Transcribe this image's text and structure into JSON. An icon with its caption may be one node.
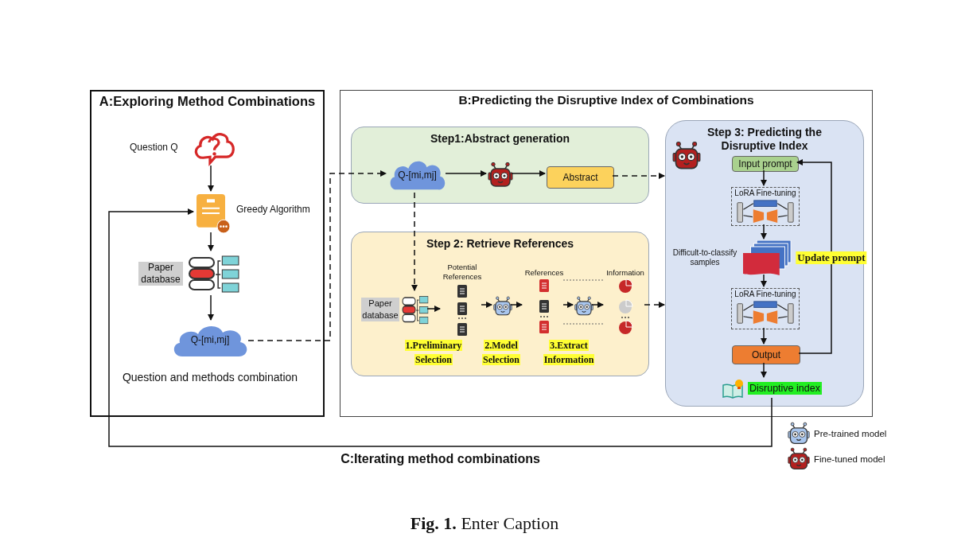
{
  "diagram": {
    "caption": "**Fig. 1.** Enter Caption",
    "nodes": [
      {
        "text": [
          "A:Exploring Method Combinations"
        ]
      },
      {
        "text": [
          "Question Q"
        ],
        "in": 0
      },
      {
        "text": [
          "Greedy Algorithm"
        ],
        "in": 0
      },
      {
        "text": [
          "Paper database"
        ],
        "in": 0
      },
      {
        "text": [
          "Q-[mi,mj]"
        ],
        "beside": [
          "Question and methods combination"
        ],
        "in": 0
      },
      {
        "text": [
          "B:Predicting the Disruptive Index of Combinations"
        ]
      },
      {
        "text": [
          "Step1:Abstract generation"
        ],
        "in": 5
      },
      {
        "text": [
          "Q-[mi,mj]"
        ],
        "in": 6
      },
      {
        "text": [],
        "shape": "robot",
        "in": 6
      },
      {
        "text": [
          "Abstract"
        ],
        "in": 6
      },
      {
        "text": [
          "Step 2: Retrieve References"
        ],
        "in": 5
      },
      {
        "text": [
          "Paper database"
        ],
        "in": 10
      },
      {
        "text": [
          "Potential References"
        ],
        "in": 10
      },
      {
        "text": [],
        "shape": "robot",
        "in": 10
      },
      {
        "text": [
          "References"
        ],
        "in": 10
      },
      {
        "text": [],
        "shape": "robot",
        "in": 10
      },
      {
        "text": [
          "Information"
        ],
        "in": 10
      },
      {
        "text": [
          "Step 3: Predicting the Disruptive Index"
        ],
        "in": 5
      },
      {
        "text": [],
        "shape": "robot",
        "in": 17
      },
      {
        "text": [
          "Input prompt"
        ],
        "in": 17
      },
      {
        "text": [
          "LoRA Fine-tuning"
        ],
        "in": 17
      },
      {
        "text": [
          "Difficult-to-classify samples"
        ],
        "in": 17
      },
      {
        "text": [
          "LoRA Fine-tuning"
        ],
        "in": 17
      },
      {
        "text": [
          "Output"
        ],
        "in": 17
      },
      {
        "text": [
          "Disruptive index"
        ],
        "in": 17
      }
    ],
    "edges": [
      {
        "from": 1,
        "to": 2,
        "arrow": "to"
      },
      {
        "from": 2,
        "to": 3,
        "arrow": "to"
      },
      {
        "from": 3,
        "to": 4,
        "arrow": "to"
      },
      {
        "from": 4,
        "to": 7,
        "arrow": "to",
        "style": "dashed"
      },
      {
        "from": 7,
        "to": 8,
        "arrow": "to"
      },
      {
        "from": 8,
        "to": 9,
        "arrow": "to"
      },
      {
        "from": 9,
        "to": 17,
        "arrow": "to",
        "style": "dashed"
      },
      {
        "from": 7,
        "to": 11,
        "arrow": "to",
        "style": "dashed"
      },
      {
        "from": 11,
        "to": 12,
        "arrow": "to"
      },
      {
        "from": 12,
        "to": 13,
        "arrow": "to"
      },
      {
        "from": 13,
        "to": 14,
        "arrow": "to"
      },
      {
        "from": 14,
        "to": 15,
        "arrow": "to"
      },
      {
        "from": 15,
        "to": 16,
        "arrow": "to"
      },
      {
        "from": 14,
        "to": 16,
        "arrow": "none",
        "style": "dashed",
        "color": "#666666"
      },
      {
        "from": 14,
        "to": 16,
        "arrow": "none",
        "style": "dashed",
        "color": "#666666"
      },
      {
        "from": 16,
        "to": 17,
        "arrow": "to",
        "style": "dashed"
      },
      {
        "from": 19,
        "to": 20,
        "arrow": "to"
      },
      {
        "from": 20,
        "to": 21,
        "arrow": "to"
      },
      {
        "from": 21,
        "to": 22,
        "arrow": "to"
      },
      {
        "from": 22,
        "to": 23,
        "arrow": "to"
      },
      {
        "from": 23,
        "to": 24,
        "arrow": "to"
      },
      {
        "from": 23,
        "to": 19,
        "arrow": "to",
        "label": "Update prompt"
      },
      {
        "from": 24,
        "to": 2,
        "arrow": "to",
        "label": "C:Iterating method combinations"
      }
    ],
    "labels": [
      "1.Preliminary Selection",
      "2.Model Selection",
      "3.Extract Information"
    ],
    "legend": [
      {
        "text": "Pre-trained model"
      },
      {
        "text": "Fine-tuned model"
      }
    ]
  }
}
